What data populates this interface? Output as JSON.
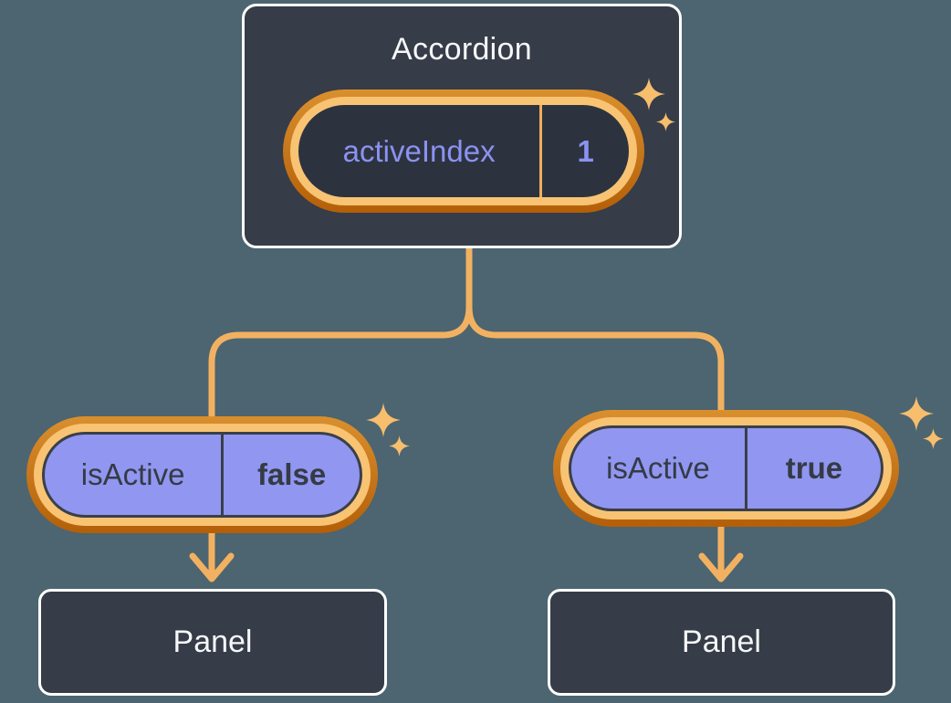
{
  "diagram": {
    "root": {
      "title": "Accordion",
      "state": {
        "label": "activeIndex",
        "value": "1"
      }
    },
    "children": [
      {
        "prop": {
          "label": "isActive",
          "value": "false"
        },
        "panel_label": "Panel"
      },
      {
        "prop": {
          "label": "isActive",
          "value": "true"
        },
        "panel_label": "Panel"
      }
    ]
  },
  "colors": {
    "background": "#4C6570",
    "node_fill": "#363C48",
    "node_border": "#FFFFFF",
    "node_text": "#F6F7F9",
    "state_text": "#8B92F2",
    "ring_outer_top": "#DA8F2E",
    "ring_outer_bottom": "#B45F08",
    "ring_inner": "#F8C373",
    "pill_dark_fill": "#2D333E",
    "pill_purple_fill": "#9196F0",
    "pill_purple_outline": "#3A3F49",
    "prop_text": "#343B45",
    "connector": "#F2B161",
    "divider_orange": "#EFAF5D",
    "sparkle": "#F6BE6D"
  }
}
